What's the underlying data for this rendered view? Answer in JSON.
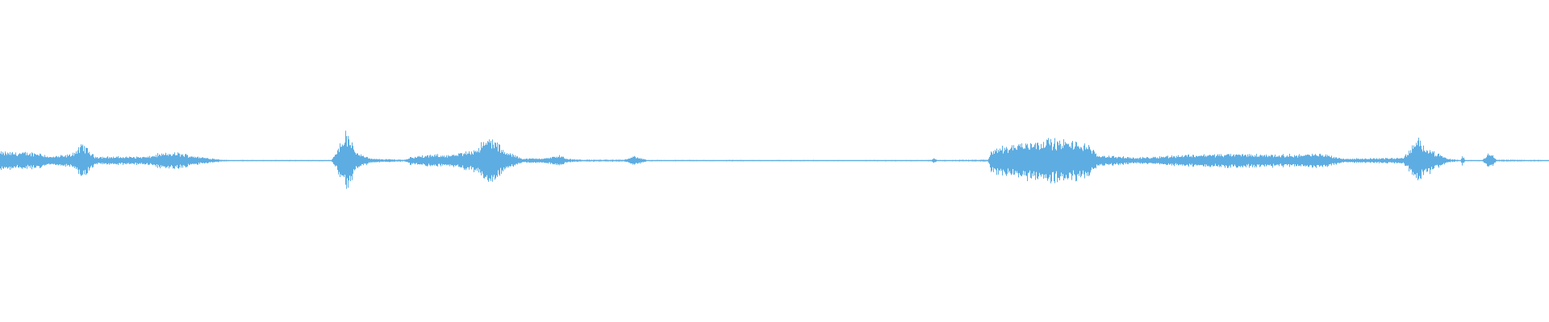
{
  "waveform": {
    "color": "#5dade2",
    "background": "#ffffff",
    "envelope_time_pct": [
      0,
      2.55,
      3.19,
      4.46,
      5.1,
      5.29,
      6.06,
      6.38,
      9.57,
      10.2,
      11.48,
      12.76,
      14.35,
      14.67,
      21.36,
      22.32,
      22.96,
      23.92,
      26.15,
      26.47,
      28.06,
      29.34,
      30.61,
      31.7,
      32.53,
      33.8,
      35.4,
      36.22,
      36.48,
      37.63,
      40.31,
      40.82,
      41.77,
      60.08,
      60.27,
      60.46,
      63.78,
      63.97,
      66.33,
      67.6,
      70.15,
      70.79,
      73.34,
      76.53,
      79.72,
      82.91,
      85.46,
      86.73,
      90.56,
      91.52,
      92.47,
      93.43,
      94.26,
      94.39,
      94.58,
      95.66,
      96.11,
      96.62,
      100
    ],
    "envelope_amplitude": [
      0.055,
      0.05,
      0.025,
      0.037,
      0.08,
      0.11,
      0.03,
      0.025,
      0.025,
      0.043,
      0.05,
      0.025,
      0.006,
      0.004,
      0.004,
      0.18,
      0.06,
      0.012,
      0.006,
      0.025,
      0.037,
      0.037,
      0.074,
      0.15,
      0.06,
      0.012,
      0.018,
      0.037,
      0.012,
      0.006,
      0.006,
      0.03,
      0.004,
      0.004,
      0.018,
      0.004,
      0.006,
      0.074,
      0.12,
      0.135,
      0.11,
      0.037,
      0.018,
      0.037,
      0.043,
      0.037,
      0.043,
      0.012,
      0.018,
      0.135,
      0.06,
      0.012,
      0.004,
      0.03,
      0.004,
      0.004,
      0.055,
      0.006,
      0.004
    ]
  }
}
